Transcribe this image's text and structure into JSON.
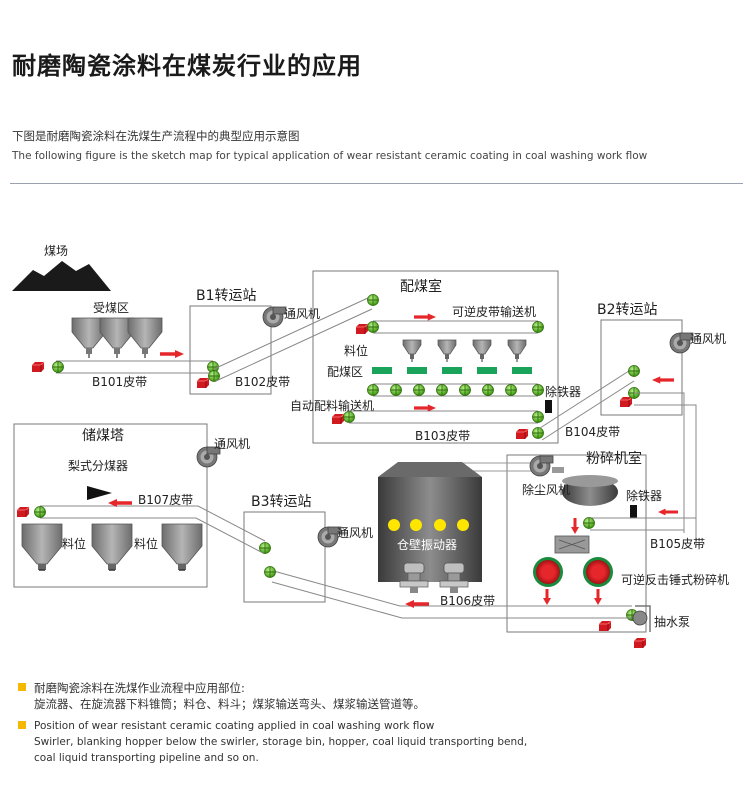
{
  "header": {
    "title": "耐磨陶瓷涂料在煤炭行业的应用",
    "subtitle_cn": "下图是耐磨陶瓷涂料在洗煤生产流程中的典型应用示意图",
    "subtitle_en": "The following figure is the sketch map for typical application of wear resistant ceramic coating in coal washing work flow"
  },
  "diagram": {
    "coal_yard": "煤场",
    "receiving_area": "受煤区",
    "b101": "B101皮带",
    "b1_station": "B1转运站",
    "ventilator": "通风机",
    "b102": "B102皮带",
    "blending_room": "配煤室",
    "reversible_conveyor": "可逆皮带输送机",
    "material_level": "料位",
    "blending_zone": "配煤区",
    "auto_blending_conveyor": "自动配料输送机",
    "b103": "B103皮带",
    "iron_remover": "除铁器",
    "b2_station": "B2转运站",
    "b104": "B104皮带",
    "storage_tower": "储煤塔",
    "plough_distributor": "梨式分煤器",
    "b107": "B107皮带",
    "b3_station": "B3转运站",
    "bin_vibrator": "仓壁振动器",
    "b106": "B106皮带",
    "crusher_room": "粉碎机室",
    "dust_fan": "除尘风机",
    "b105": "B105皮带",
    "crusher": "可逆反击锤式粉碎机",
    "pump": "抽水泵"
  },
  "notes": {
    "cn_heading": "耐磨陶瓷涂料在洗煤作业流程中应用部位:",
    "cn_detail": "旋流器、在旋流器下料锥筒；料仓、料斗；煤浆输送弯头、煤浆输送管道等。",
    "en_heading": "Position of wear resistant ceramic coating applied in coal washing work flow",
    "en_line1": "Swirler, blanking hopper below the swirler, storage bin, hopper, coal liquid transporting bend,",
    "en_line2": "coal liquid transporting pipeline and so on."
  },
  "colors": {
    "arrow_red": "#e5262a",
    "roller_green": "#5bb318",
    "blend_green": "#1aa35b",
    "bin_yellow": "#ffe600",
    "accent_yellow": "#f5b800",
    "gray_dark": "#555555"
  }
}
